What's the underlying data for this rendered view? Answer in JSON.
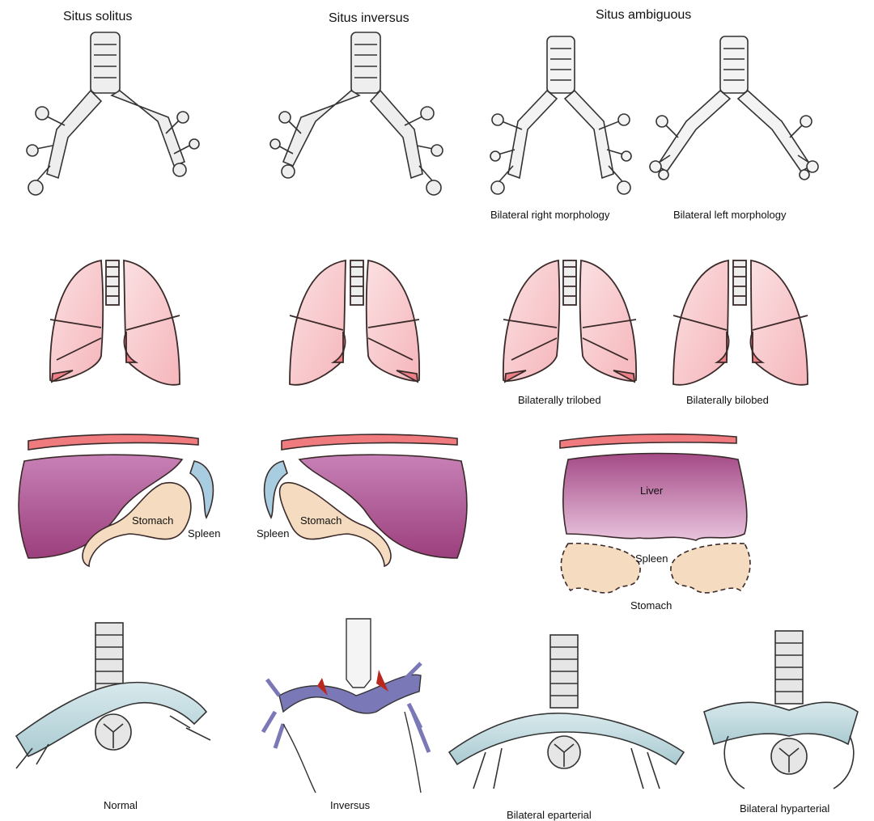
{
  "headers": {
    "solitus": "Situs solitus",
    "inversus": "Situs inversus",
    "ambiguous": "Situs ambiguous"
  },
  "row1_captions": {
    "right_morph": "Bilateral right morphology",
    "left_morph": "Bilateral left morphology"
  },
  "row2_captions": {
    "trilobed": "Bilaterally trilobed",
    "bilobed": "Bilaterally bilobed"
  },
  "row3_labels": {
    "solitus_stomach": "Stomach",
    "solitus_spleen": "Spleen",
    "inversus_spleen": "Spleen",
    "inversus_stomach": "Stomach",
    "amb_liver": "Liver",
    "amb_spleen": "Spleen",
    "amb_stomach": "Stomach"
  },
  "row4_captions": {
    "normal": "Normal",
    "inversus": "Inversus",
    "eparterial": "Bilateral eparterial",
    "hyparterial": "Bilateral hyparterial"
  },
  "colors": {
    "outline": "#333333",
    "airway_fill": "#e6e6e6",
    "lung_fill": "#f9c9cc",
    "lung_dark": "#ee7f86",
    "liver": "#a44a86",
    "liver_light": "#cf8fbf",
    "stomach": "#f5dcc0",
    "spleen": "#a9cde0",
    "diaphragm": "#ef7b7e",
    "artery": "#c5dde2",
    "inversus_artery": "#7b78b8",
    "arrow": "#b8281e"
  }
}
